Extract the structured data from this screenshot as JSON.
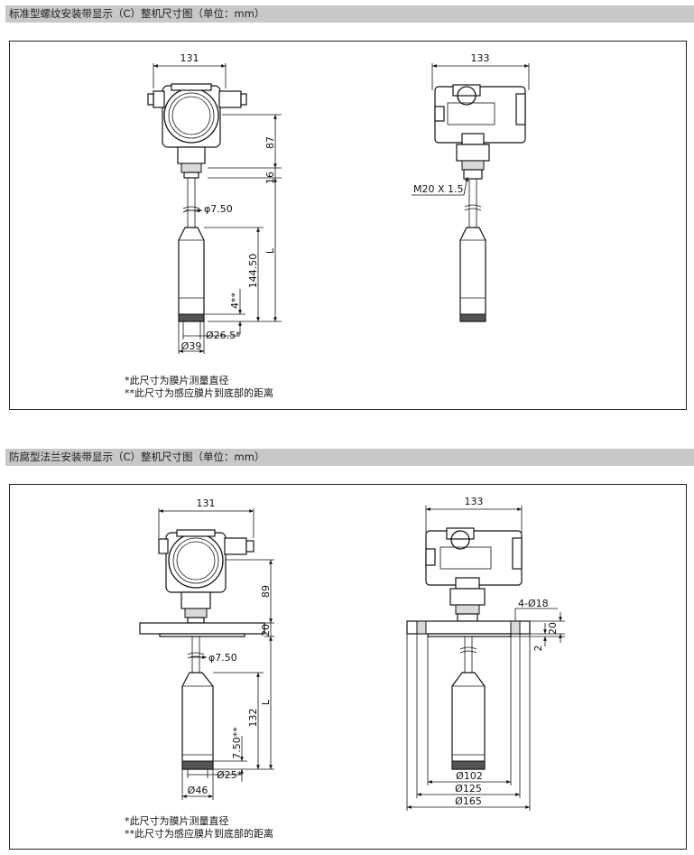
{
  "sections": [
    {
      "title": "标准型螺纹安装带显示（C）整机尺寸图（单位：mm）",
      "front_dims": {
        "width_top": "131",
        "height_head": "87",
        "thread_len": "16",
        "cable_dia": "φ7.50",
        "probe_len": "144.50",
        "total_len": "L",
        "sensor_gap": "4**",
        "membrane_dia": "Ø26.5*",
        "probe_dia": "Ø39"
      },
      "side_dims": {
        "width_top": "133",
        "thread": "M20 X 1.5"
      },
      "notes": [
        "*此尺寸为膜片测量直径",
        "**此尺寸为感应膜片到底部的距离"
      ]
    },
    {
      "title": "防腐型法兰安装带显示（C）整机尺寸图（单位：mm）",
      "front_dims": {
        "width_top": "131",
        "height_head": "89",
        "flange_thk": "20",
        "cable_dia": "φ7.50",
        "total_len": "L",
        "probe_len": "132",
        "sensor_gap": "7.50**",
        "membrane_dia": "Ø25*",
        "probe_dia": "Ø46"
      },
      "side_dims": {
        "width_top": "133",
        "holes": "4-Ø18",
        "flange_thk": "20",
        "raised_face": "2",
        "d_inner": "Ø102",
        "d_bolt": "Ø125",
        "d_outer": "Ø165"
      },
      "notes": [
        "*此尺寸为膜片测量直径",
        "**此尺寸为感应膜片到底部的距离"
      ]
    }
  ]
}
